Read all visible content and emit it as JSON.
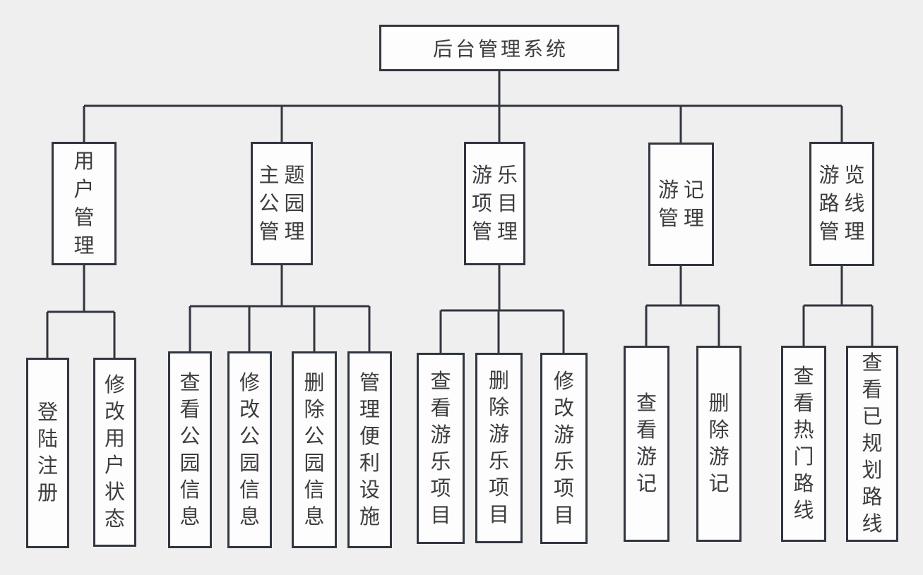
{
  "diagram": {
    "type": "org-tree",
    "title": "后台管理系统",
    "colors": {
      "background": "#efefef",
      "line": "#31363f",
      "node_fill": "#fdfdfd",
      "node_border": "#31363f",
      "text": "#3d3d3d"
    },
    "root": {
      "label": "后台管理系统",
      "lines": [
        "后台管理系统"
      ]
    },
    "branches": [
      {
        "label": "用户管理",
        "lines": [
          "用",
          "户",
          "管",
          "理"
        ],
        "children": [
          {
            "label": "登陆注册",
            "lines": [
              "登",
              "陆",
              "注",
              "册"
            ]
          },
          {
            "label": "修改用户状态",
            "lines": [
              "修",
              "改",
              "用",
              "户",
              "状",
              "态"
            ]
          }
        ]
      },
      {
        "label": "主题公园管理",
        "lines": [
          "主题",
          "公园",
          "管理"
        ],
        "children": [
          {
            "label": "查看公园信息",
            "lines": [
              "查",
              "看",
              "公",
              "园",
              "信",
              "息"
            ]
          },
          {
            "label": "修改公园信息",
            "lines": [
              "修",
              "改",
              "公",
              "园",
              "信",
              "息"
            ]
          },
          {
            "label": "删除公园信息",
            "lines": [
              "删",
              "除",
              "公",
              "园",
              "信",
              "息"
            ]
          },
          {
            "label": "管理便利设施",
            "lines": [
              "管",
              "理",
              "便",
              "利",
              "设",
              "施"
            ]
          }
        ]
      },
      {
        "label": "游乐项目管理",
        "lines": [
          "游乐",
          "项目",
          "管理"
        ],
        "children": [
          {
            "label": "查看游乐项目",
            "lines": [
              "查",
              "看",
              "游",
              "乐",
              "项",
              "目"
            ]
          },
          {
            "label": "删除游乐项目",
            "lines": [
              "删",
              "除",
              "游",
              "乐",
              "项",
              "目"
            ]
          },
          {
            "label": "修改游乐项目",
            "lines": [
              "修",
              "改",
              "游",
              "乐",
              "项",
              "目"
            ]
          }
        ]
      },
      {
        "label": "游记管理",
        "lines": [
          "游记",
          "管理"
        ],
        "children": [
          {
            "label": "查看游记",
            "lines": [
              "查",
              "看",
              "游",
              "记"
            ]
          },
          {
            "label": "删除游记",
            "lines": [
              "删",
              "除",
              "游",
              "记"
            ]
          }
        ]
      },
      {
        "label": "游览路线管理",
        "lines": [
          "游览",
          "路线",
          "管理"
        ],
        "children": [
          {
            "label": "查看热门路线",
            "lines": [
              "查",
              "看",
              "热",
              "门",
              "路",
              "线"
            ]
          },
          {
            "label": "查看已规划路线",
            "lines": [
              "查",
              "看",
              "已",
              "规",
              "划",
              "路",
              "线"
            ]
          }
        ]
      }
    ]
  }
}
